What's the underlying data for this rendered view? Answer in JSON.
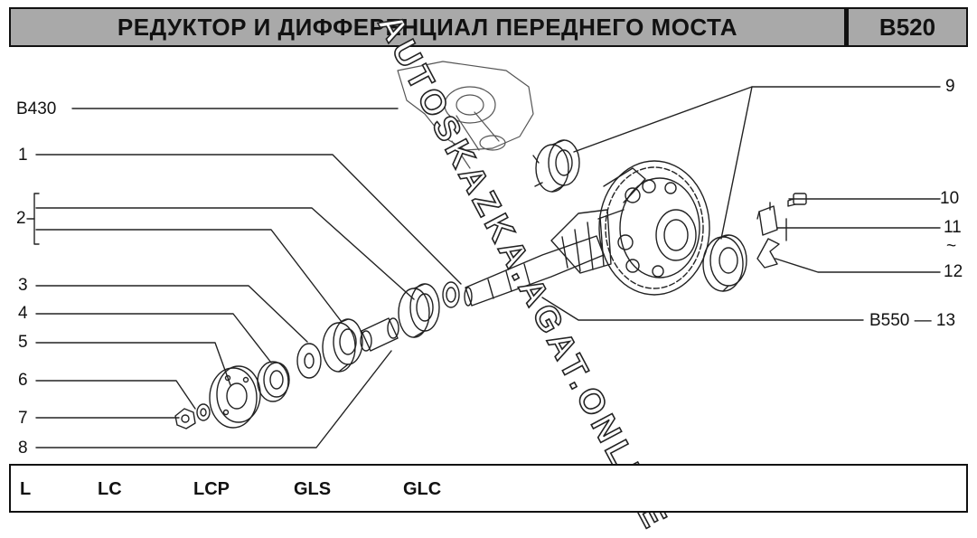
{
  "header": {
    "title": "РЕДУКТОР И ДИФФЕРЕНЦИАЛ ПЕРЕДНЕГО МОСТА",
    "code": "B520"
  },
  "callouts": {
    "b430": "B430",
    "c1": "1",
    "c2": "2",
    "c3": "3",
    "c4": "4",
    "c5": "5",
    "c6": "6",
    "c7": "7",
    "c8": "8",
    "c9": "9",
    "c10": "10",
    "c11": "11",
    "tilde": "~",
    "c12": "12",
    "c13": "B550 — 13"
  },
  "footer": {
    "variants": [
      "L",
      "LC",
      "LCP",
      "GLS",
      "GLC"
    ]
  },
  "watermark": "AUTOSKAZKA.AGAT.ONLINE"
}
